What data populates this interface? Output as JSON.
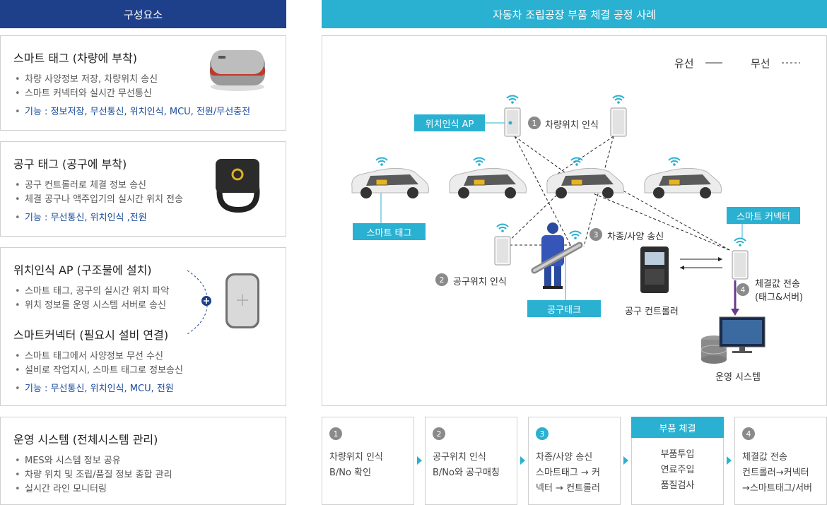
{
  "header": {
    "left": "구성요소",
    "right": "자동차 조립공장 부품 체결 공정 사례"
  },
  "components": {
    "smart_tag": {
      "title": "스마트 태그 (차량에 부착)",
      "bullets": [
        "차량 사양정보 저장, 차량위치 송신",
        "스마트 커넥터와 실시간 무선통신"
      ],
      "feature": "기능 : 정보저장, 무선통신, 위치인식, MCU, 전원/무선충전"
    },
    "tool_tag": {
      "title": "공구 태그 (공구에 부착)",
      "bullets": [
        "공구 컨트롤러로 체결 정보 송신",
        "체결 공구나 액주입기의 실시간 위치 전송"
      ],
      "feature": "기능 : 무선통신, 위치인식 ,전원"
    },
    "ap_connector": {
      "title1": "위치인식 AP (구조물에 설치)",
      "bullets1": [
        "스마트 태그, 공구의 실시간 위치 파악",
        "위치 정보를 운영 시스템 서버로 송신"
      ],
      "title2": "스마트커넥터 (필요시 설비 연결)",
      "bullets2": [
        "스마트 태그에서 사양정보 무선 수신",
        "설비로 작업지시, 스마트 태그로 정보송신"
      ],
      "feature": "기능 : 무선통신, 위치인식, MCU, 전원"
    },
    "ops_system": {
      "title": "운영 시스템 (전체시스템 관리)",
      "bullets": [
        "MES와 시스템 정보 공유",
        "차량 위치 및 조립/품질 정보 종합 관리",
        "실시간 라인 모니터링"
      ]
    }
  },
  "diagram": {
    "legend": {
      "wired": "유선",
      "wireless": "무선"
    },
    "ap_label": "위치인식 AP",
    "smart_tag_label": "스마트 태그",
    "smart_connector_label": "스마트 커넥터",
    "tool_tag_label": "공구태크",
    "step1": {
      "num": "1",
      "label": "차량위치 인식"
    },
    "step2": {
      "num": "2",
      "label": "공구위치 인식"
    },
    "step3": {
      "num": "3",
      "label": "차종/사양 송신"
    },
    "step4": {
      "num": "4",
      "label1": "체결값 전송",
      "label2": "(태그&서버)"
    },
    "tool_controller_label": "공구 컨트롤러",
    "ops_system_label": "운영 시스템"
  },
  "steps": [
    {
      "num": "1",
      "lines": [
        "차량위치 인식",
        "B/No 확인"
      ]
    },
    {
      "num": "2",
      "lines": [
        "공구위치 인식",
        "B/No와 공구매칭"
      ]
    },
    {
      "num": "3",
      "lines": [
        "차종/사양 송신",
        "스마트태그 → 커",
        "넥터 → 컨트롤러"
      ]
    },
    {
      "head": "부품 체결",
      "lines": [
        "부품투입",
        "연료주입",
        "품질검사"
      ]
    },
    {
      "num": "4",
      "lines": [
        "체결값 전송",
        "컨트롤러→커넥터",
        "→스마트태그/서버"
      ]
    }
  ],
  "colors": {
    "navy": "#1e3f8a",
    "cyan": "#2ab0d1",
    "feature_text": "#1a4b9a"
  }
}
